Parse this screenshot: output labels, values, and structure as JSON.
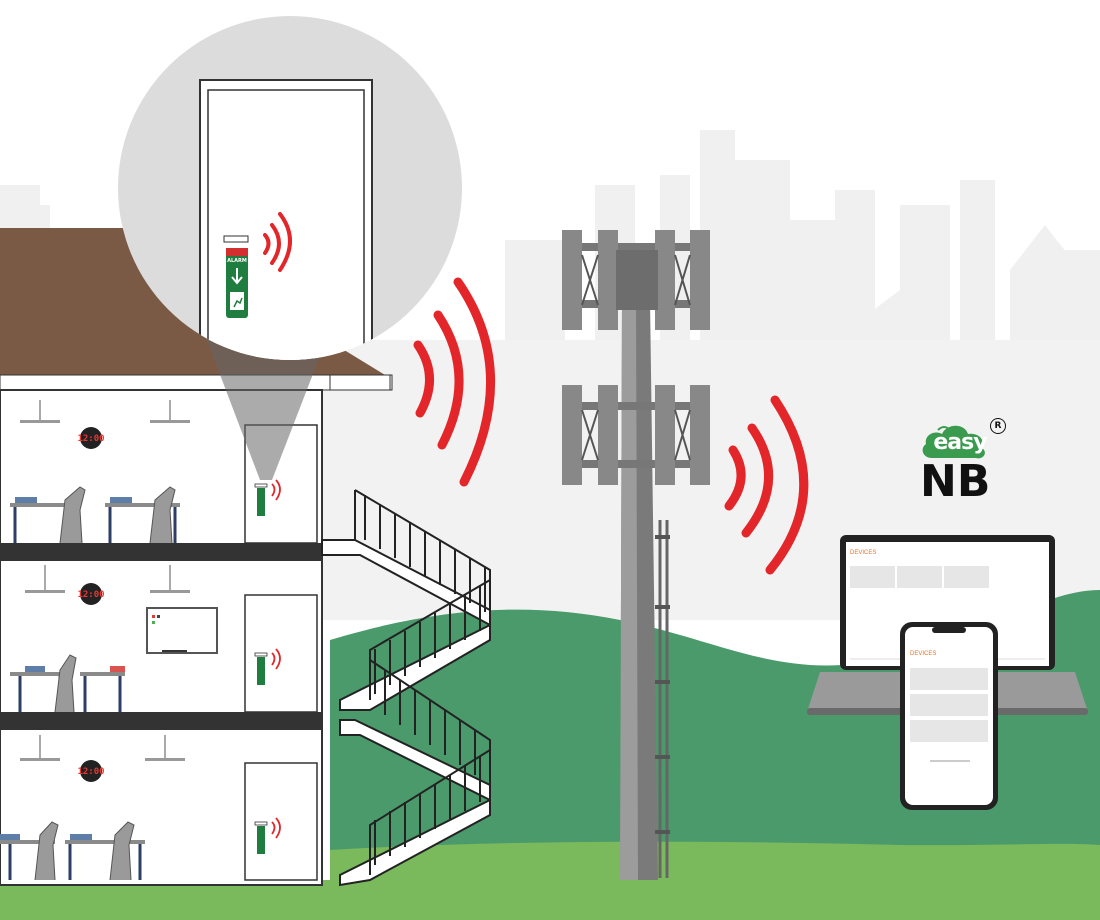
{
  "sign_label": "ALARM",
  "clock_display": "12:00",
  "logo": {
    "line1": "easy",
    "line2": "NB",
    "mark": "R"
  },
  "screens": {
    "laptop_heading": "DEVICES",
    "phone_heading": "DEVICES"
  },
  "colors": {
    "signal_red": "#e2262a",
    "sign_green": "#1f7d3f",
    "hill_green": "#4b9a6b",
    "grass_green": "#7ab95c",
    "roof_brown": "#7b5a45",
    "sky_gray": "#f2f2f2"
  },
  "icons": [
    "signal-wave-icon",
    "exit-sign-icon",
    "wall-clock-icon",
    "cell-tower-icon",
    "laptop-icon",
    "smartphone-icon",
    "cloud-logo-icon"
  ]
}
